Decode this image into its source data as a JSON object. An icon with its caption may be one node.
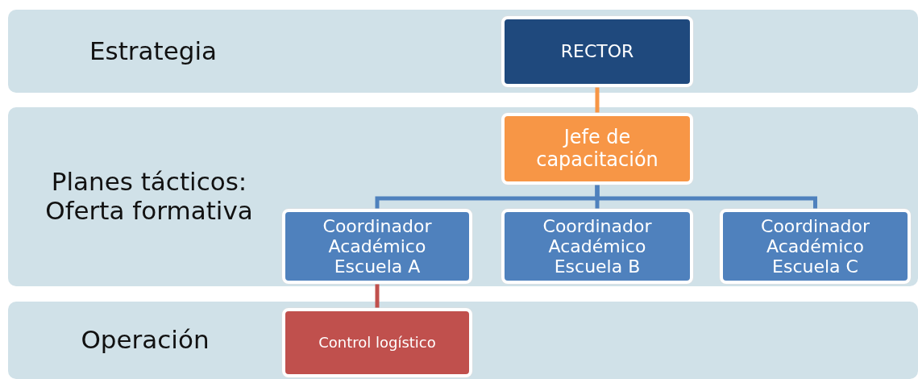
{
  "diagram": {
    "nodes": [
      {
        "text": [
          "Estrategia"
        ]
      },
      {
        "text": [
          "RECTOR"
        ],
        "in": 0
      },
      {
        "text": [
          "Planes tácticos: Oferta formativa"
        ]
      },
      {
        "text": [
          "Jefe de capacitación"
        ],
        "in": 2
      },
      {
        "text": [
          "Coordinador Académico Escuela  A"
        ],
        "in": 2
      },
      {
        "text": [
          "Coordinador Académico Escuela  B"
        ],
        "in": 2
      },
      {
        "text": [
          "Coordinador Académico Escuela  C"
        ],
        "in": 2
      },
      {
        "text": [
          "Operación"
        ]
      },
      {
        "text": [
          "Control logístico"
        ],
        "in": 7
      }
    ],
    "edges": [
      {
        "from": 1,
        "to": 3,
        "arrow": "none",
        "color": "#f79646"
      },
      {
        "from": 3,
        "to": 4,
        "arrow": "none"
      },
      {
        "from": 3,
        "to": 5,
        "arrow": "none"
      },
      {
        "from": 3,
        "to": 6,
        "arrow": "none"
      },
      {
        "from": 4,
        "to": 8,
        "arrow": "none",
        "color": "#c0504d"
      }
    ]
  }
}
